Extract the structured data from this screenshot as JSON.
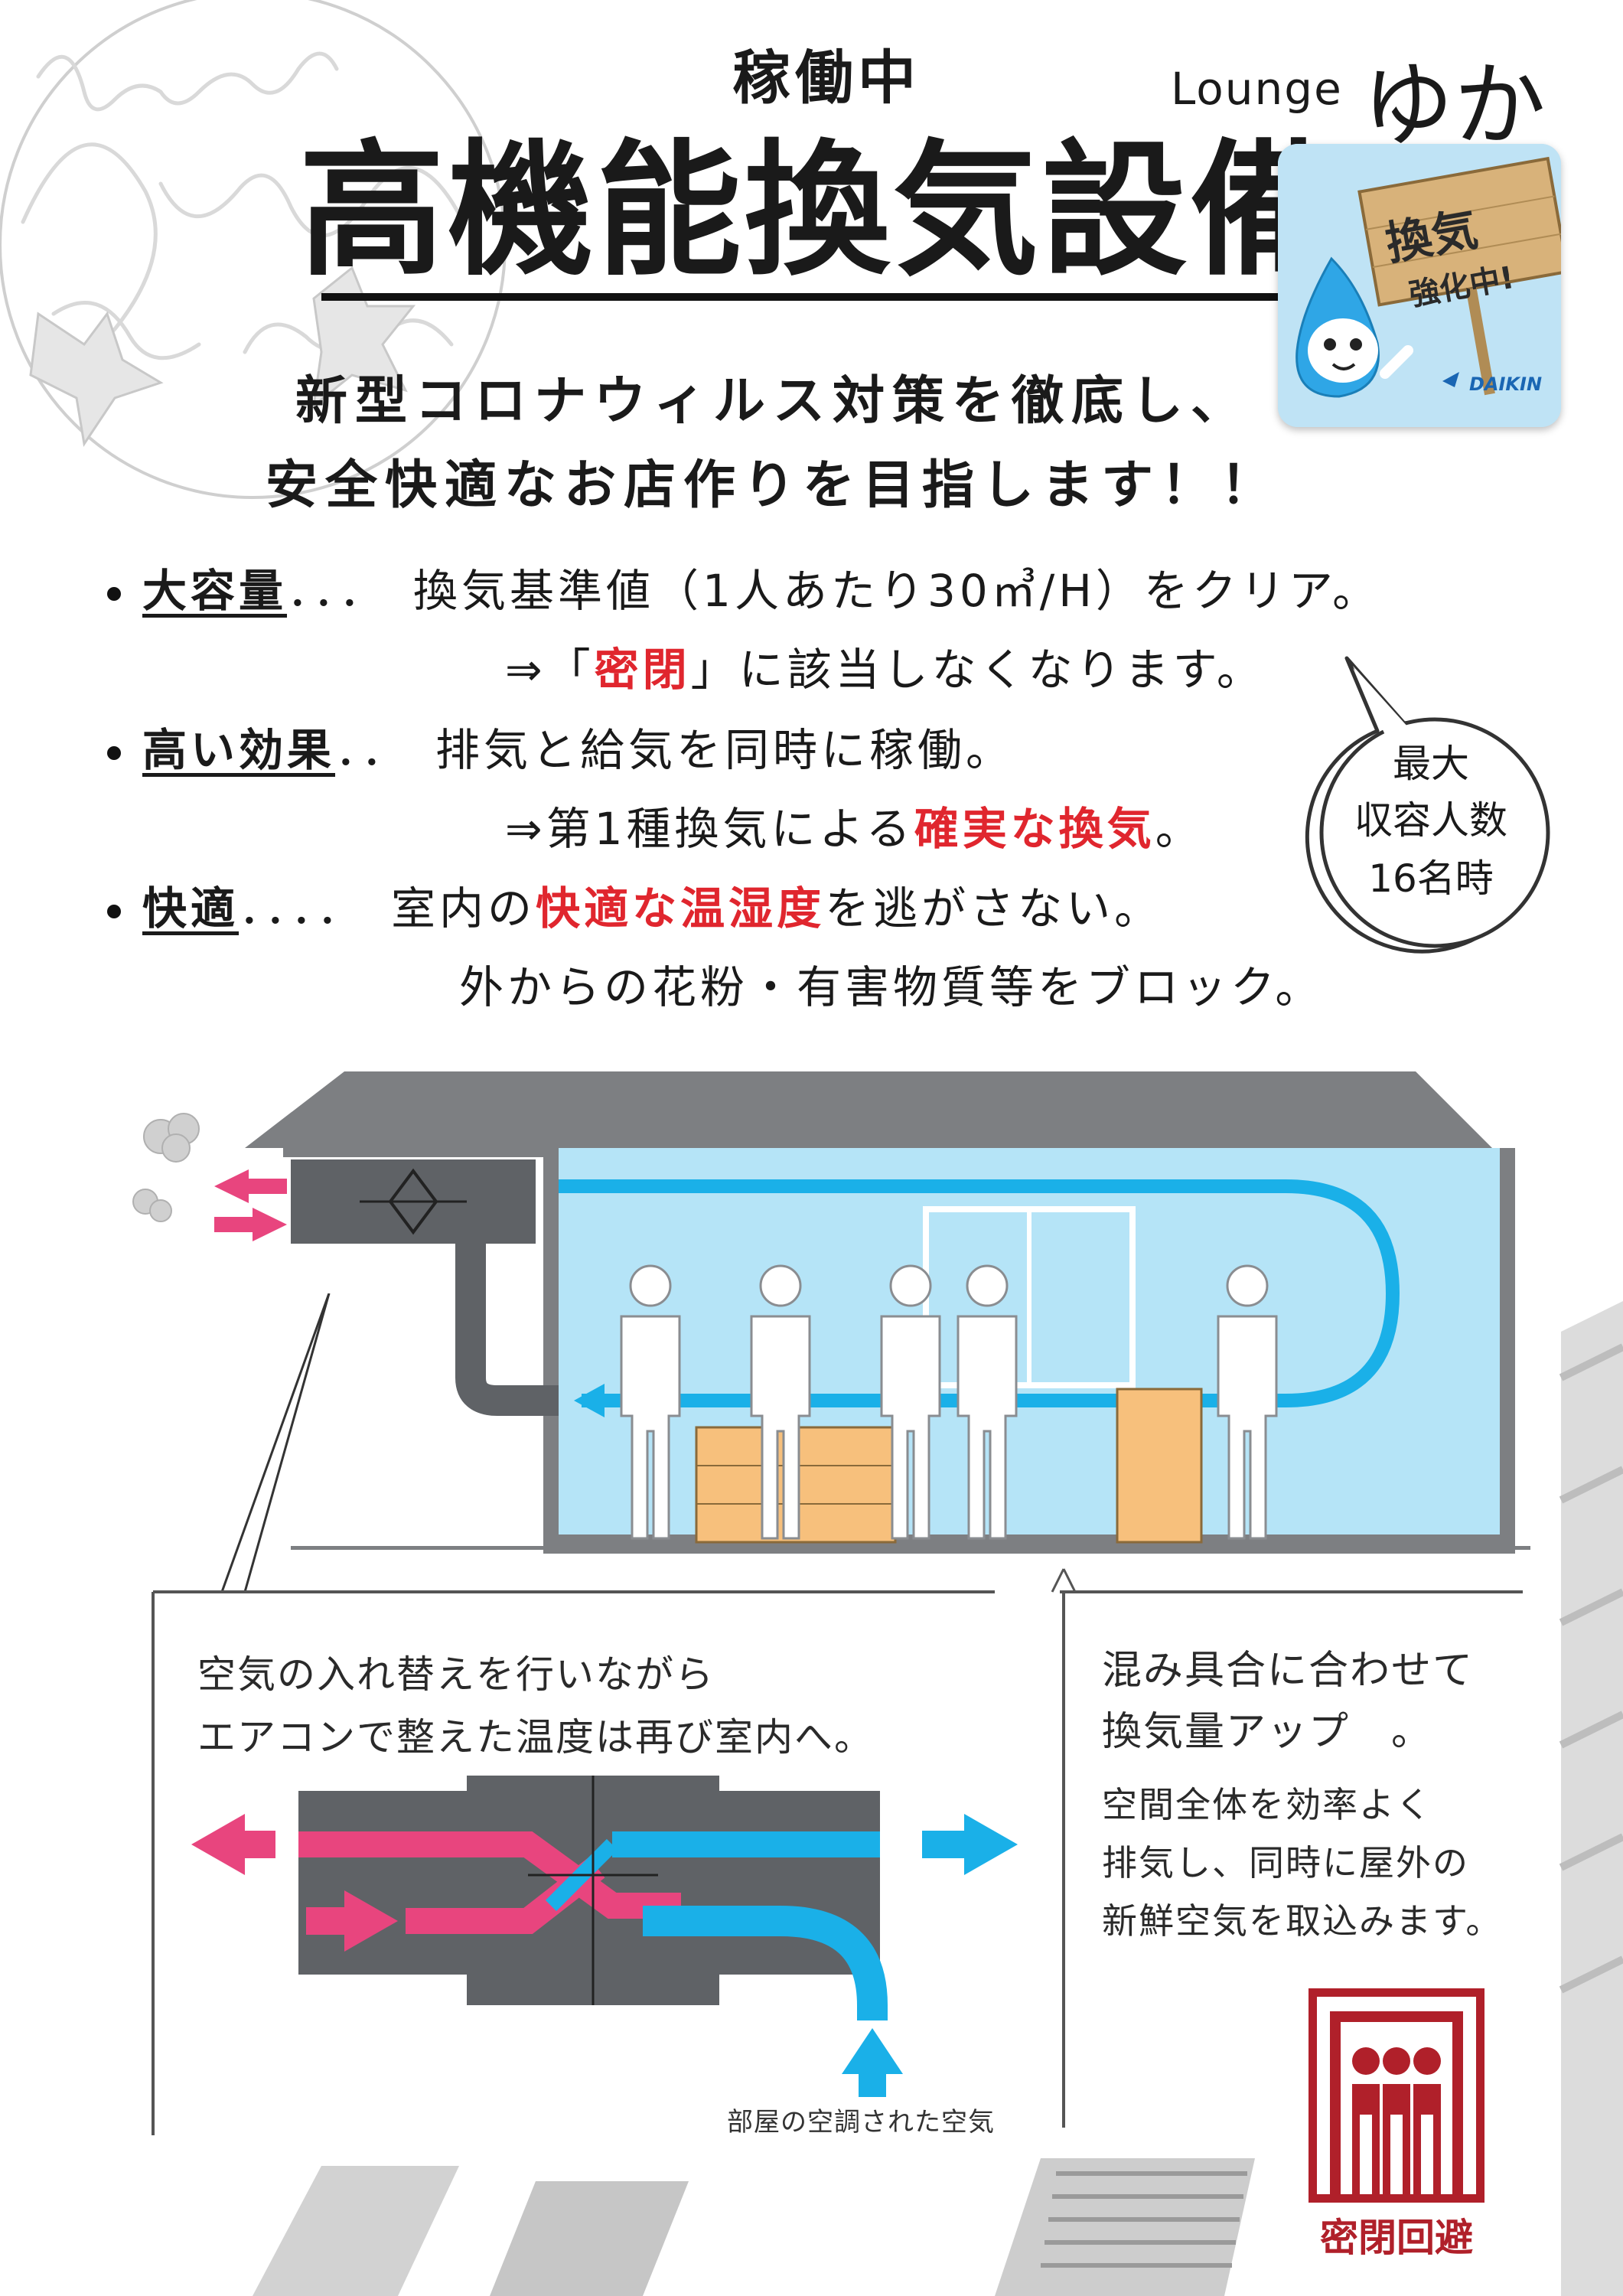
{
  "header": {
    "status": "稼働中",
    "lounge_word": "Lounge",
    "lounge_name": "ゆか",
    "title": "高機能換気設備",
    "sub_line_1": "新型コロナウィルス対策を徹底し、",
    "sub_line_2": "安全快適なお店作りを目指します！！"
  },
  "badge": {
    "sign_line_1": "換気",
    "sign_line_2": "強化中!",
    "brand": "DAIKIN"
  },
  "bullets": [
    {
      "term": "大容量",
      "dots": "．．．",
      "desc": "換気基準値（1人あたり30㎥/H）をクリア。",
      "sub_prefix": "⇒「",
      "sub_red": "密閉",
      "sub_suffix": "」に該当しなくなります。"
    },
    {
      "term": "高い効果",
      "dots": "．．",
      "desc": "排気と給気を同時に稼働。",
      "sub_prefix": "⇒第1種換気による",
      "sub_red": "確実な換気",
      "sub_suffix": "。"
    },
    {
      "term": "快適",
      "dots": "．．．．",
      "desc_prefix": "室内の",
      "desc_red": "快適な温湿度",
      "desc_suffix": "を逃がさない。",
      "sub": "外からの花粉・有害物質等をブロック。"
    }
  ],
  "bubble": {
    "line_1": "最大",
    "line_2": "収容人数",
    "line_3": "16名時"
  },
  "left_panel": {
    "line_1": "空気の入れ替えを行いながら",
    "line_2": "エアコンで整えた温度は再び室内へ。",
    "caption": "部屋の空調された空気"
  },
  "right_panel": {
    "heading_1": "混み具合に合わせて",
    "heading_2": "換気量アップ　。",
    "body_1": "空間全体を効率よく",
    "body_2": "排気し、同時に屋外の",
    "body_3": "新鮮空気を取込みます。"
  },
  "avoid_mark": {
    "label": "密閉回避"
  },
  "colors": {
    "exhaust_pink": "#e8457e",
    "supply_blue": "#1ab0e8",
    "room_blue": "#b5e4f7",
    "duct_gray": "#5f6266",
    "roof_gray": "#7d7f82",
    "furniture_orange": "#f7c07c",
    "highlight_red": "#e0262e",
    "avoid_red": "#b0202a"
  }
}
